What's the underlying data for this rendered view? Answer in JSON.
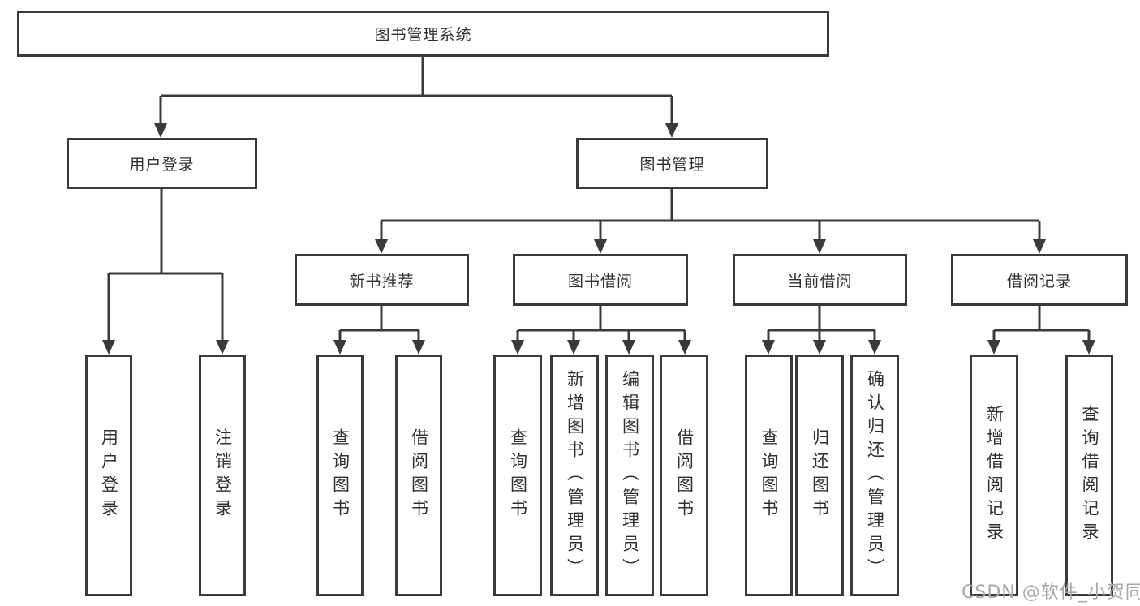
{
  "diagram": {
    "root": {
      "label": "图书管理系统"
    },
    "branches": [
      {
        "label": "用户登录",
        "children": [
          {
            "label": "用户登录"
          },
          {
            "label": "注销登录"
          }
        ]
      },
      {
        "label": "图书管理",
        "children": [
          {
            "label": "新书推荐",
            "children": [
              {
                "label": "查询图书"
              },
              {
                "label": "借阅图书"
              }
            ]
          },
          {
            "label": "图书借阅",
            "children": [
              {
                "label": "查询图书"
              },
              {
                "label": "新增图书（管理员）"
              },
              {
                "label": "编辑图书（管理员）"
              },
              {
                "label": "借阅图书"
              }
            ]
          },
          {
            "label": "当前借阅",
            "children": [
              {
                "label": "查询图书"
              },
              {
                "label": "归还图书"
              },
              {
                "label": "确认归还（管理员）"
              }
            ]
          },
          {
            "label": "借阅记录",
            "children": [
              {
                "label": "新增借阅记录"
              },
              {
                "label": "查询借阅记录"
              }
            ]
          }
        ]
      }
    ]
  },
  "watermark": {
    "text": "CSDN @软件_小贺同学"
  },
  "colors": {
    "line": "#3a3a3a",
    "text": "#303030",
    "watermark": "#a8a8a8",
    "background": "#ffffff"
  }
}
